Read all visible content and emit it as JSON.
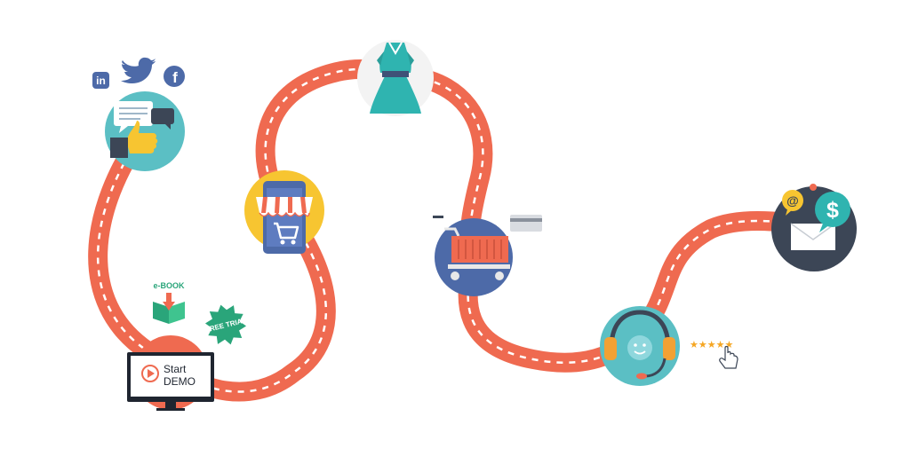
{
  "colors": {
    "road": "#ef6a50",
    "dash": "#ffffff",
    "teal": "#5bbfc4",
    "yellow": "#f7c531",
    "navy": "#3f5277",
    "blue_circle": "#4d6aa8",
    "dark_circle": "#3c4656",
    "green": "#2aa57a",
    "star": "#f5a623"
  },
  "icons": {
    "linkedin": "linkedin-icon",
    "twitter": "twitter-icon",
    "facebook": "facebook-icon",
    "social": "thumbs-up-chat-icon",
    "store": "storefront-phone-icon",
    "dress": "dress-icon",
    "cart": "shopping-cart-icon",
    "card": "credit-card-icon",
    "support": "headset-support-icon",
    "rating": "star-rating-icon",
    "payment": "email-dollar-icon"
  },
  "labels": {
    "linkedin": "in",
    "facebook": "f",
    "ebook": "e-BOOK",
    "free_trial": "FREE TRIAL",
    "demo_line1": "Start",
    "demo_line2": "DEMO",
    "at_symbol": "@",
    "dollar": "$",
    "stars": "★★★★★"
  }
}
